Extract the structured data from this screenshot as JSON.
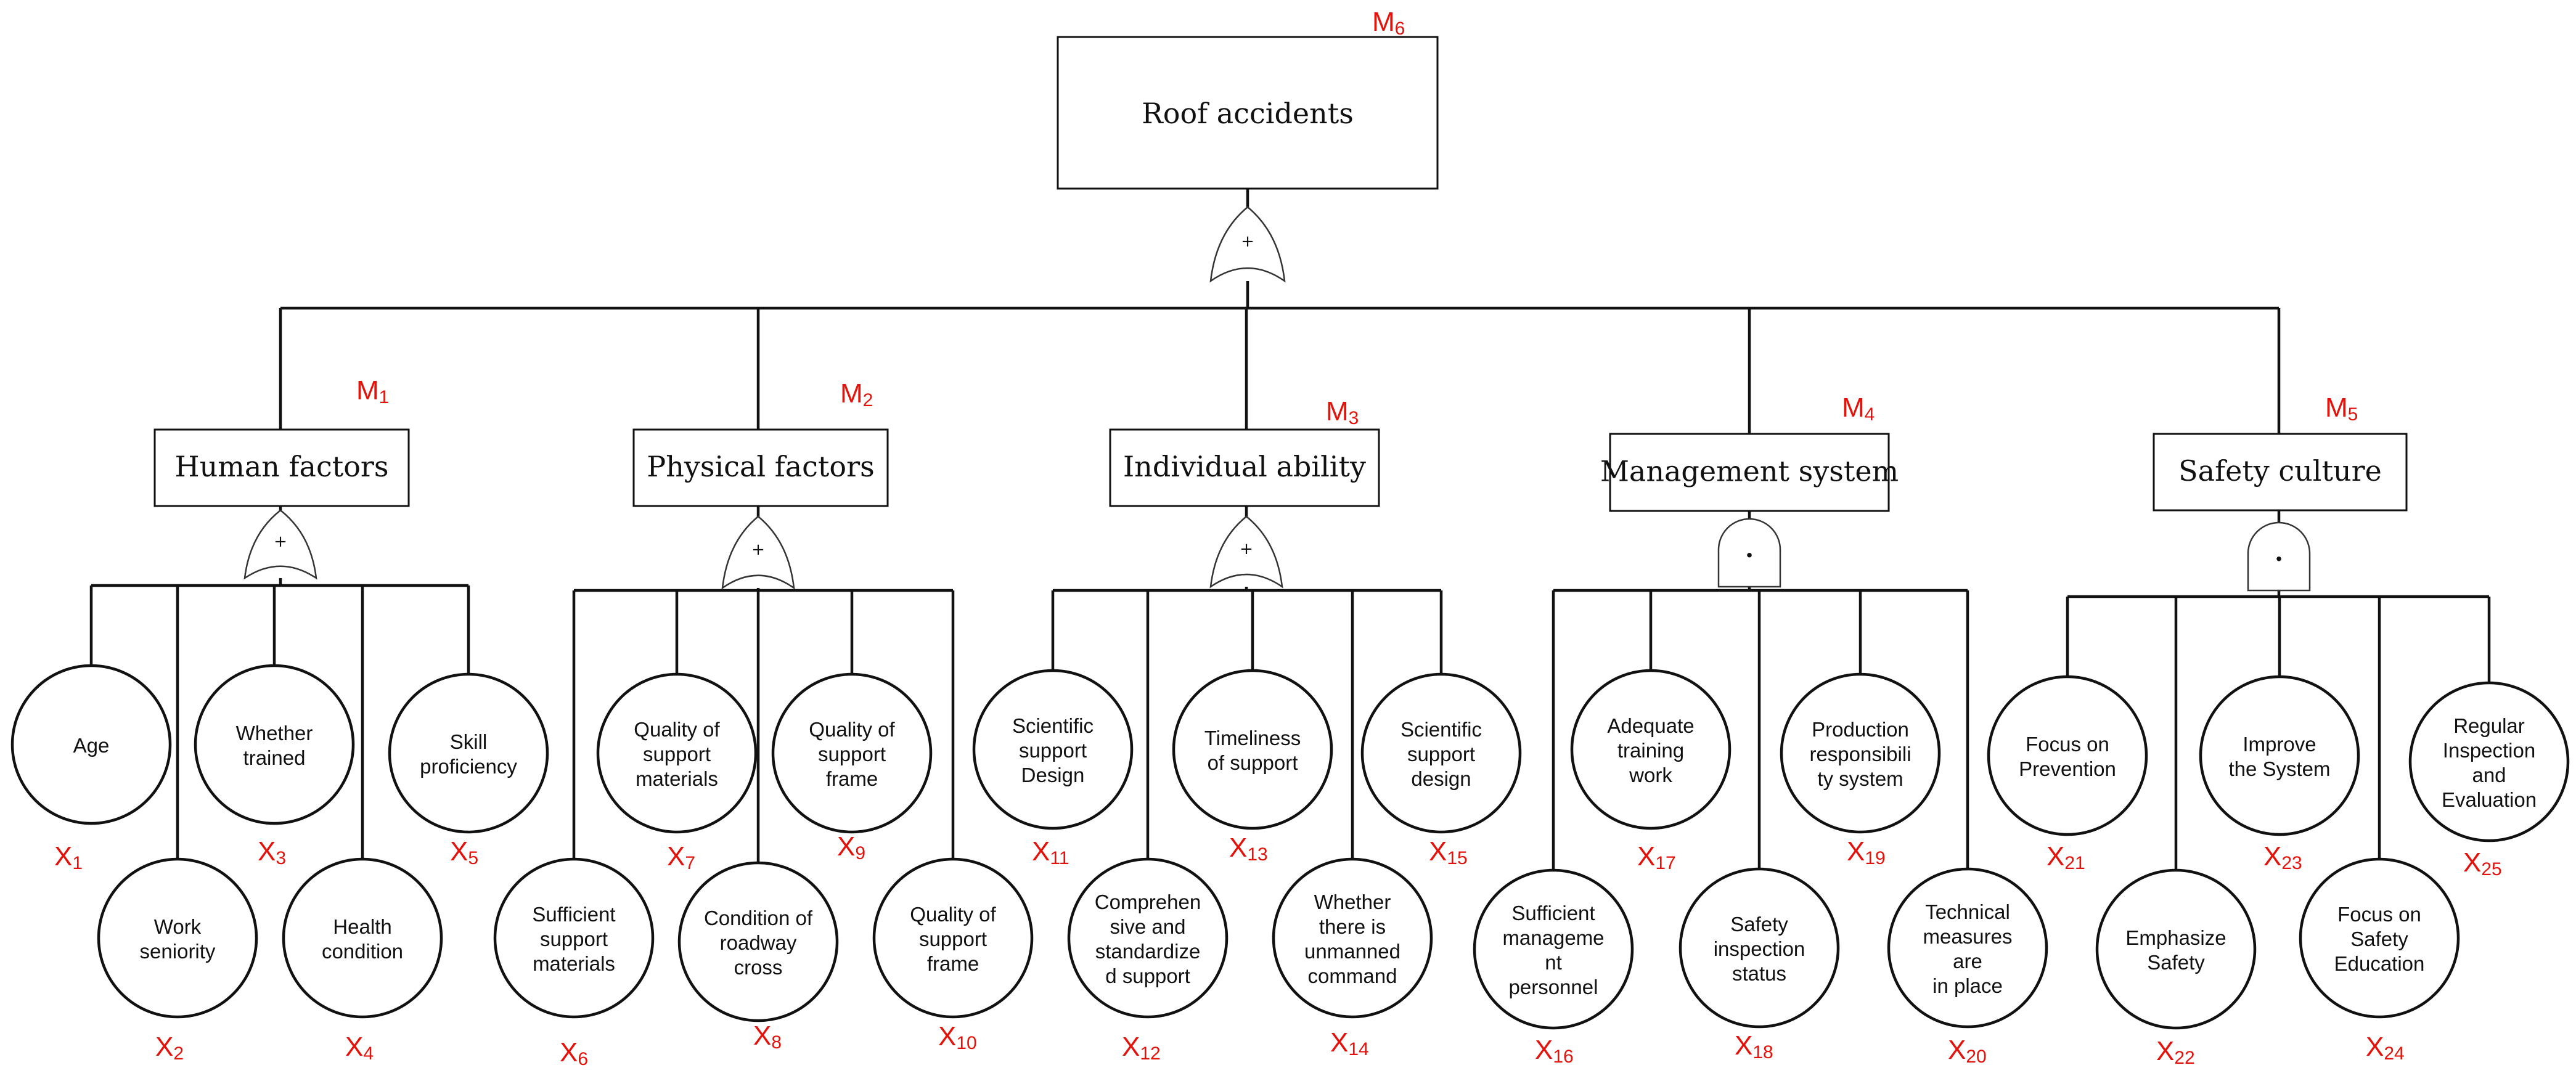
{
  "top": {
    "label": "Roof accidents",
    "tag": "M",
    "tag_sub": "6",
    "gate": "+"
  },
  "groups": [
    {
      "label": "Human factors",
      "tag": "M",
      "tag_sub": "1",
      "gate": "or",
      "gate_symbol": "+"
    },
    {
      "label": "Physical factors",
      "tag": "M",
      "tag_sub": "2",
      "gate": "or",
      "gate_symbol": "+"
    },
    {
      "label": "Individual ability",
      "tag": "M",
      "tag_sub": "3",
      "gate": "or",
      "gate_symbol": "+"
    },
    {
      "label": "Management system",
      "tag": "M",
      "tag_sub": "4",
      "gate": "and",
      "gate_symbol": "•"
    },
    {
      "label": "Safety culture",
      "tag": "M",
      "tag_sub": "5",
      "gate": "and",
      "gate_symbol": "•"
    }
  ],
  "leaves": [
    {
      "lines": [
        "Age"
      ],
      "tag": "X",
      "tag_sub": "1"
    },
    {
      "lines": [
        "Work",
        "seniority"
      ],
      "tag": "X",
      "tag_sub": "2"
    },
    {
      "lines": [
        "Whether",
        "trained"
      ],
      "tag": "X",
      "tag_sub": "3"
    },
    {
      "lines": [
        "Health",
        "condition"
      ],
      "tag": "X",
      "tag_sub": "4"
    },
    {
      "lines": [
        "Skill",
        "proficiency"
      ],
      "tag": "X",
      "tag_sub": "5"
    },
    {
      "lines": [
        "Sufficient",
        "support",
        "materials"
      ],
      "tag": "X",
      "tag_sub": "6"
    },
    {
      "lines": [
        "Quality of",
        "support",
        "materials"
      ],
      "tag": "X",
      "tag_sub": "7"
    },
    {
      "lines": [
        "Condition of",
        "roadway",
        "cross"
      ],
      "tag": "X",
      "tag_sub": "8"
    },
    {
      "lines": [
        "Quality of",
        "support",
        "frame"
      ],
      "tag": "X",
      "tag_sub": "9"
    },
    {
      "lines": [
        "Quality of",
        "support",
        "frame"
      ],
      "tag": "X",
      "tag_sub": "10"
    },
    {
      "lines": [
        "Scientific",
        "support",
        "Design"
      ],
      "tag": "X",
      "tag_sub": "11"
    },
    {
      "lines": [
        "Comprehen",
        "sive and",
        "standardize",
        "d support"
      ],
      "tag": "X",
      "tag_sub": "12"
    },
    {
      "lines": [
        "Timeliness",
        "of support"
      ],
      "tag": "X",
      "tag_sub": "13"
    },
    {
      "lines": [
        "Whether",
        "there is",
        "unmanned",
        "command"
      ],
      "tag": "X",
      "tag_sub": "14"
    },
    {
      "lines": [
        "Scientific",
        "support",
        "design"
      ],
      "tag": "X",
      "tag_sub": "15"
    },
    {
      "lines": [
        "Sufficient",
        "manageme",
        "nt",
        "personnel"
      ],
      "tag": "X",
      "tag_sub": "16"
    },
    {
      "lines": [
        "Adequate",
        "training",
        "work"
      ],
      "tag": "X",
      "tag_sub": "17"
    },
    {
      "lines": [
        "Safety",
        "inspection",
        "status"
      ],
      "tag": "X",
      "tag_sub": "18"
    },
    {
      "lines": [
        "Production",
        "responsibili",
        "ty system"
      ],
      "tag": "X",
      "tag_sub": "19"
    },
    {
      "lines": [
        "Technical",
        "measures",
        "are",
        "in place"
      ],
      "tag": "X",
      "tag_sub": "20"
    },
    {
      "lines": [
        "Focus on",
        "Prevention"
      ],
      "tag": "X",
      "tag_sub": "21"
    },
    {
      "lines": [
        "Emphasize",
        "Safety"
      ],
      "tag": "X",
      "tag_sub": "22"
    },
    {
      "lines": [
        "Improve",
        "the System"
      ],
      "tag": "X",
      "tag_sub": "23"
    },
    {
      "lines": [
        "Focus on",
        "Safety",
        "Education"
      ],
      "tag": "X",
      "tag_sub": "24"
    },
    {
      "lines": [
        "Regular",
        "Inspection",
        "and",
        "Evaluation"
      ],
      "tag": "X",
      "tag_sub": "25"
    }
  ]
}
